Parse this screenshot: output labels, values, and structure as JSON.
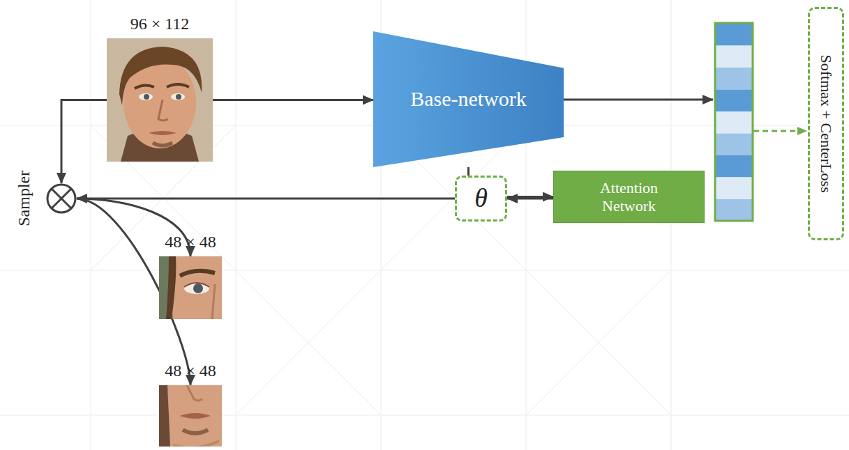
{
  "diagram": {
    "nodes": [
      {
        "text": [
          "96 × 112"
        ]
      },
      {
        "text": [
          "Base-network"
        ]
      },
      {
        "text": [
          "Attention Network"
        ]
      },
      {
        "text": [
          "θ"
        ]
      },
      {
        "text": [
          "Sampler"
        ]
      },
      {
        "text": [
          "48 × 48"
        ]
      },
      {
        "text": [
          "48 × 48"
        ]
      },
      {
        "text": [
          "Softmax + CenterLoss"
        ]
      }
    ],
    "edges": [
      {
        "from": 0,
        "to": 1,
        "arrow": "to"
      },
      {
        "from": 1,
        "to": 2,
        "arrow": "to"
      },
      {
        "from": 2,
        "to": 3,
        "arrow": "to"
      },
      {
        "from": 3,
        "to": 4,
        "arrow": "to"
      },
      {
        "from": 0,
        "to": 4,
        "arrow": "to"
      },
      {
        "from": 4,
        "to": 5,
        "arrow": "to"
      },
      {
        "from": 4,
        "to": 6,
        "arrow": "to"
      }
    ]
  }
}
